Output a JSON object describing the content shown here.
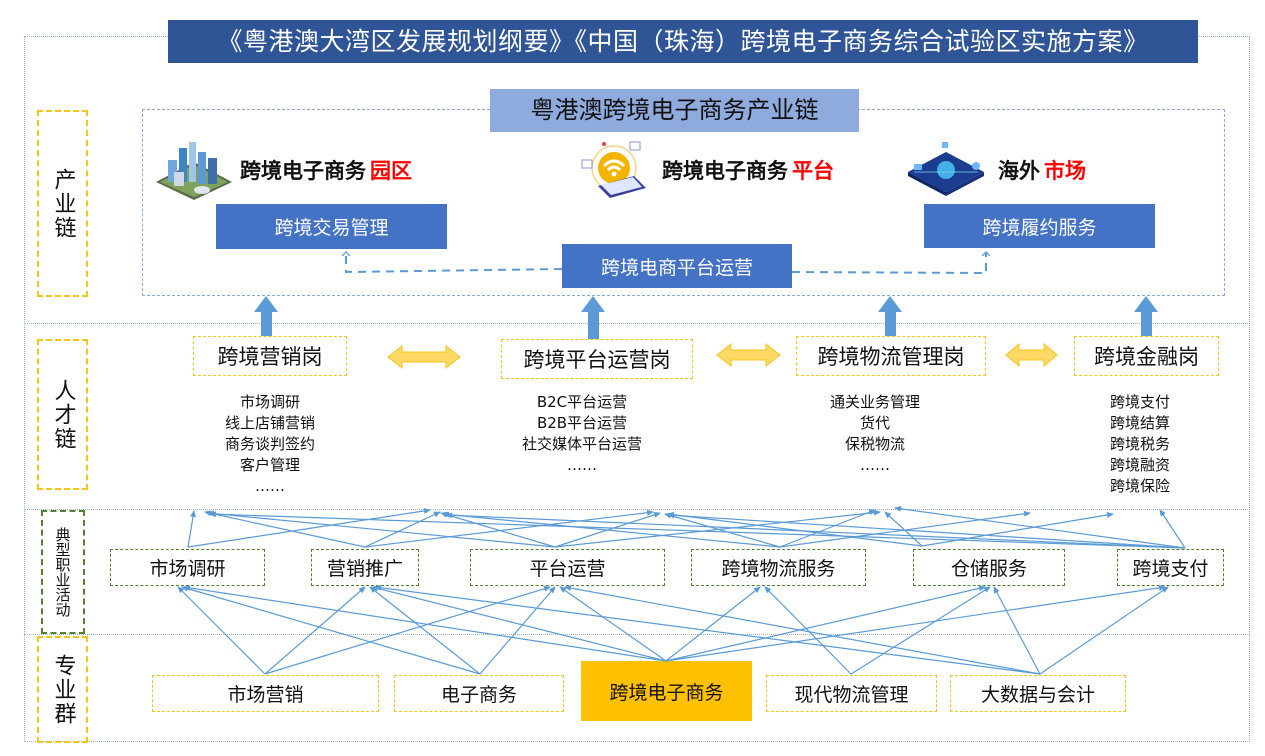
{
  "header": {
    "title": "《粤港澳大湾区发展规划纲要》《中国（珠海）跨境电子商务综合试验区实施方案》"
  },
  "bands": {
    "industry_chain": "产业链",
    "talent_chain": "人才链",
    "activities": "典型职业活动",
    "major_group": "专业群"
  },
  "industry": {
    "title": "粤港澳跨境电子商务产业链",
    "entities": [
      {
        "prefix": "跨境电子商务",
        "highlight": "园区",
        "icon": "city-park-icon"
      },
      {
        "prefix": "跨境电子商务",
        "highlight": "平台",
        "icon": "wifi-platform-icon"
      },
      {
        "prefix": "海外",
        "highlight": "市场",
        "icon": "global-market-icon"
      }
    ],
    "boxes": {
      "trade_management": "跨境交易管理",
      "platform_operation": "跨境电商平台运营",
      "fulfillment_service": "跨境履约服务"
    }
  },
  "talent": {
    "posts": [
      {
        "name": "跨境营销岗",
        "duties": [
          "市场调研",
          "线上店铺营销",
          "商务谈判签约",
          "客户管理",
          "……"
        ]
      },
      {
        "name": "跨境平台运营岗",
        "duties": [
          "B2C平台运营",
          "B2B平台运营",
          "社交媒体平台运营",
          "……"
        ]
      },
      {
        "name": "跨境物流管理岗",
        "duties": [
          "通关业务管理",
          "货代",
          "保税物流",
          "……"
        ]
      },
      {
        "name": "跨境金融岗",
        "duties": [
          "跨境支付",
          "跨境结算",
          "跨境税务",
          "跨境融资",
          "跨境保险"
        ]
      }
    ]
  },
  "activities": [
    "市场调研",
    "营销推广",
    "平台运营",
    "跨境物流服务",
    "仓储服务",
    "跨境支付"
  ],
  "majors": [
    "市场营销",
    "电子商务",
    "跨境电子商务",
    "现代物流管理",
    "大数据与会计"
  ],
  "colors": {
    "title_bg": "#2f5597",
    "chain_title_bg": "#8faadc",
    "box_blue": "#4472c4",
    "arrow_blue": "#5b9bd5",
    "post_border": "#f5c518",
    "activity_border": "#548235",
    "highlight_major": "#ffc000",
    "accent_red": "#ff0000"
  }
}
